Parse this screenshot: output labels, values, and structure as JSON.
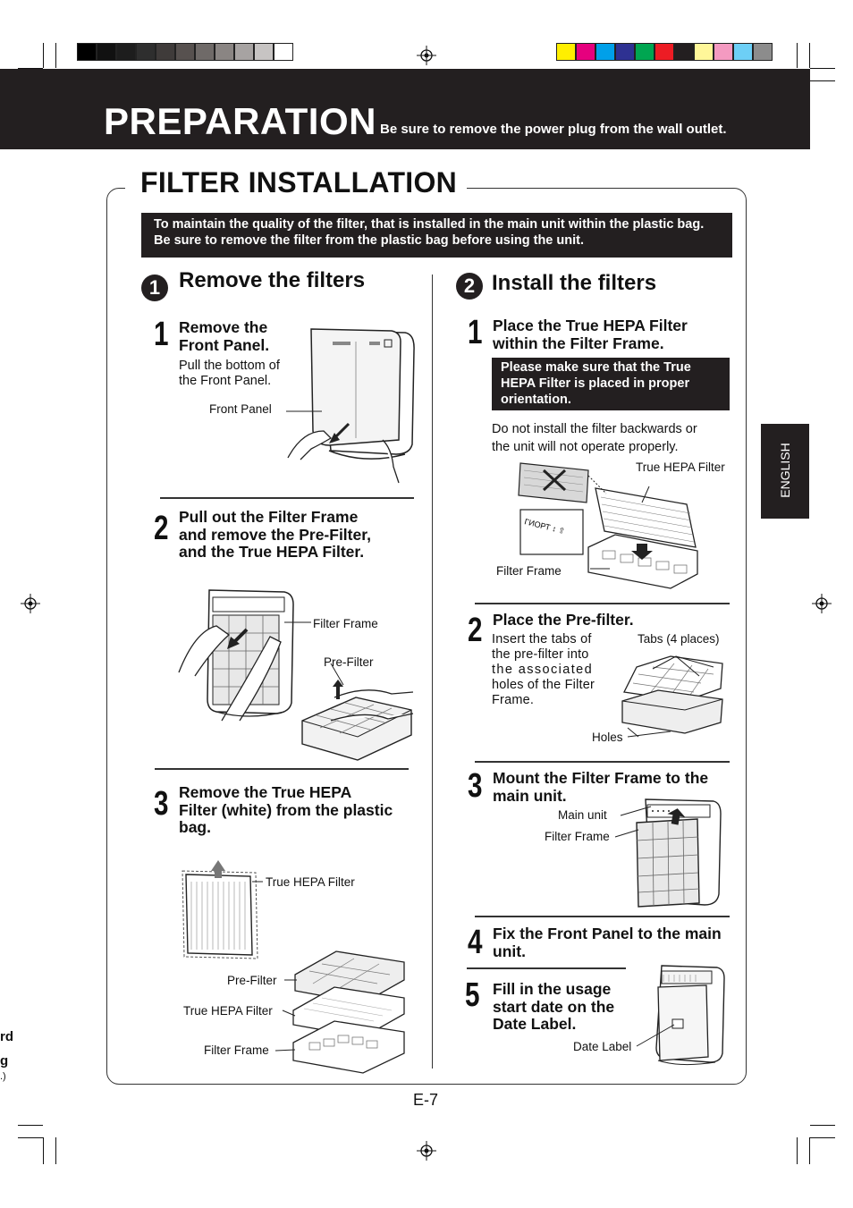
{
  "header": {
    "title": "PREPARATION",
    "subtitle": "Be sure to remove the power plug from the wall outlet."
  },
  "section": {
    "title": "FILTER INSTALLATION",
    "notice": "To maintain the quality of the filter,  that is installed in the main unit within the plastic bag. Be sure to remove the filter from the plastic bag before using the unit."
  },
  "remove": {
    "badge": "1",
    "heading": "Remove the filters",
    "step1": {
      "num": "1",
      "title_l1": "Remove the",
      "title_l2": "Front Panel.",
      "body_l1": "Pull the bottom of",
      "body_l2": "the Front Panel.",
      "label_front_panel": "Front Panel"
    },
    "step2": {
      "num": "2",
      "title_l1": "Pull out the Filter Frame",
      "title_l2": "and remove the Pre-Filter,",
      "title_l3": "and the True HEPA Filter.",
      "label_filter_frame": "Filter Frame",
      "label_pre_filter": "Pre-Filter"
    },
    "step3": {
      "num": "3",
      "title_l1": "Remove the True HEPA",
      "title_l2": "Filter (white) from the plastic",
      "title_l3": "bag.",
      "label_hepa": "True HEPA Filter",
      "label_pre_filter": "Pre-Filter",
      "label_hepa2": "True HEPA Filter",
      "label_filter_frame": "Filter Frame"
    }
  },
  "install": {
    "badge": "2",
    "heading": "Install the filters",
    "step1": {
      "num": "1",
      "title_l1": "Place the True HEPA Filter",
      "title_l2": "within the Filter Frame.",
      "warn_l1": "Please make sure that the True",
      "warn_l2": "HEPA Filter is placed in proper",
      "warn_l3": "orientation.",
      "body_l1": "Do not install the filter backwards or",
      "body_l2": "the unit will not operate properly.",
      "label_hepa": "True HEPA Filter",
      "label_filter_frame": "Filter Frame",
      "filter_print": "ГИОРТ ↕ ⇧"
    },
    "step2": {
      "num": "2",
      "title": "Place the Pre-filter.",
      "body_l1": "Insert the tabs of",
      "body_l2": "the pre-filter into",
      "body_l3": "the associated",
      "body_l4": "holes of the Filter",
      "body_l5": "Frame.",
      "label_tabs": "Tabs (4 places)",
      "label_holes": "Holes"
    },
    "step3": {
      "num": "3",
      "title_l1": "Mount the Filter Frame to the",
      "title_l2": "main unit.",
      "label_main_unit": "Main unit",
      "label_filter_frame": "Filter Frame"
    },
    "step4": {
      "num": "4",
      "title_l1": "Fix the Front Panel to the main",
      "title_l2": "unit."
    },
    "step5": {
      "num": "5",
      "title_l1": "Fill in the usage",
      "title_l2": "start date on the",
      "title_l3": "Date Label.",
      "label_date": "Date Label"
    }
  },
  "sidebar_tab": "ENGLISH",
  "page_number": "E-7",
  "edge_text": [
    "rd",
    "g",
    ".)"
  ],
  "colors": {
    "dark": "#231f20",
    "gray_swatches": [
      "#000000",
      "#111111",
      "#1d1d1d",
      "#2e2e2e",
      "#3f3b3a",
      "#57514f",
      "#6f6a68",
      "#8a8583",
      "#a7a3a2",
      "#c7c4c3",
      "#ffffff"
    ],
    "color_swatches": [
      "#ffef00",
      "#e6007e",
      "#00a0e9",
      "#2e3192",
      "#00a651",
      "#ed1c24",
      "#231f20",
      "#fff799",
      "#f49ac1",
      "#6dcff6",
      "#8c8c8c"
    ]
  }
}
